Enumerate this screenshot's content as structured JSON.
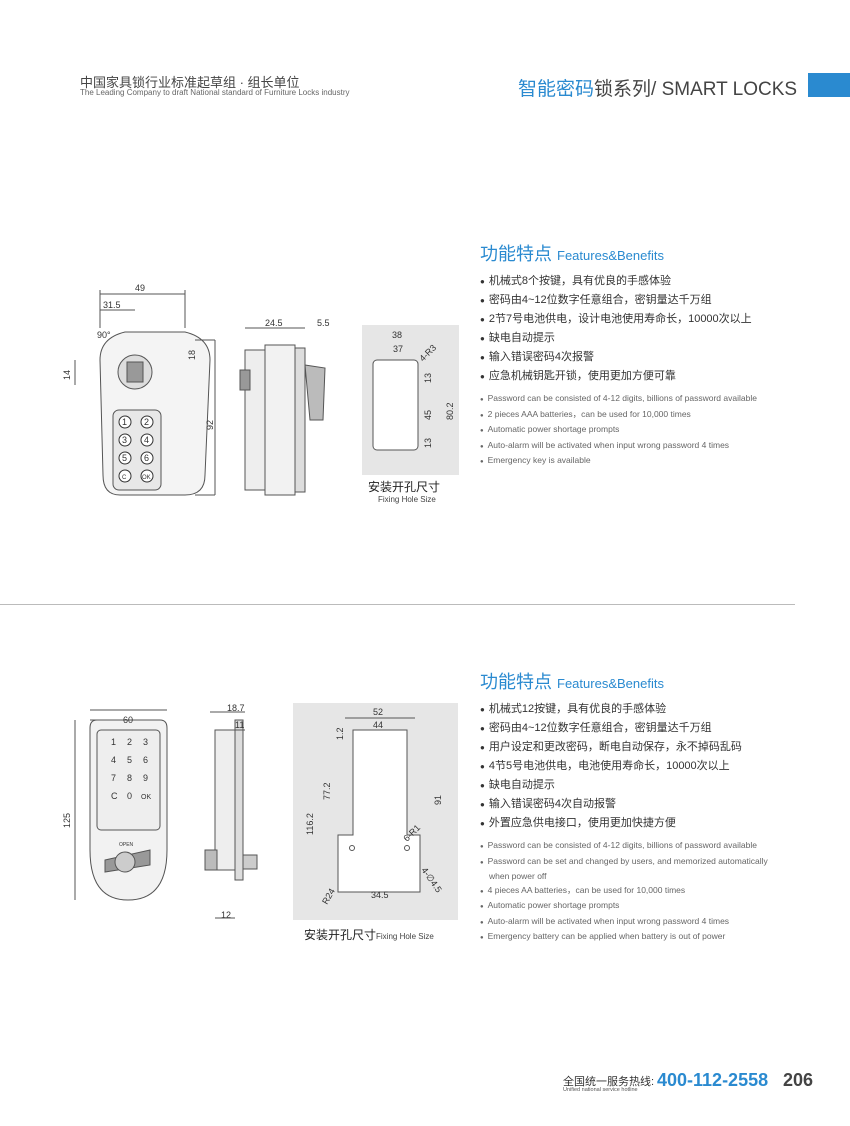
{
  "header": {
    "company_cn": "中国家具锁行业标准起草组 · 组长单位",
    "company_en": "The Leading Company to draft National standard of Furniture Locks industry",
    "title_cn": "智能密码",
    "title_rest": "锁系列/ SMART LOCKS"
  },
  "product1": {
    "dims": {
      "w49": "49",
      "w31": "31.5",
      "ang": "90°",
      "h18": "18",
      "h14": "14",
      "h92": "92",
      "s24": "24.5",
      "s55": "5.5",
      "f38": "38",
      "f37": "37",
      "r3": "4-R3",
      "f13a": "13",
      "f45": "45",
      "f80": "80.2",
      "f13b": "13"
    },
    "keys": [
      "1",
      "2",
      "3",
      "4",
      "5",
      "6",
      "C",
      "OK"
    ],
    "caption_cn": "安装开孔尺寸",
    "caption_en": "Fixing Hole Size",
    "features_title_cn": "功能特点",
    "features_title_en": "Features&Benefits",
    "features_cn": [
      "机械式8个按键，具有优良的手感体验",
      "密码由4~12位数字任意组合，密钥量达千万组",
      "2节7号电池供电，设计电池使用寿命长，10000次以上",
      "缺电自动提示",
      "输入错误密码4次报警",
      "应急机械钥匙开锁，使用更加方便可靠"
    ],
    "features_en": [
      "Password can be consisted of 4-12 digits, billions of password available",
      "2 pieces AAA batteries，can be used for 10,000 times",
      "Automatic power shortage prompts",
      "Auto-alarm will be activated when input wrong password 4 times",
      "Emergency key is available"
    ]
  },
  "product2": {
    "dims": {
      "w60": "60",
      "h125": "125",
      "s187": "18.7",
      "s11": "11",
      "s12": "12",
      "f52": "52",
      "f44": "44",
      "f12": "1.2",
      "f772": "77.2",
      "f1162": "116.2",
      "f91": "91",
      "r1": "6-R1",
      "d45": "4-∅4.5",
      "r24": "R24",
      "f345": "34.5"
    },
    "keys": [
      "1",
      "2",
      "3",
      "4",
      "5",
      "6",
      "7",
      "8",
      "9",
      "C",
      "0",
      "OK"
    ],
    "open_label": "OPEN",
    "caption_cn": "安装开孔尺寸",
    "caption_en": "Fixing Hole Size",
    "features_title_cn": "功能特点",
    "features_title_en": "Features&Benefits",
    "features_cn": [
      "机械式12按键，具有优良的手感体验",
      "密码由4~12位数字任意组合，密钥量达千万组",
      "用户设定和更改密码，断电自动保存，永不掉码乱码",
      "4节5号电池供电，电池使用寿命长，10000次以上",
      "缺电自动提示",
      "输入错误密码4次自动报警",
      "外置应急供电接口，使用更加快捷方便"
    ],
    "features_en": [
      "Password can be consisted of 4-12 digits, billions of password available",
      "Password can be set and changed by users, and memorized automatically when power off",
      "4 pieces AA batteries，can be used for 10,000 times",
      "Automatic power shortage prompts",
      "Auto-alarm will be activated when input wrong password 4 times",
      "Emergency battery can be applied when battery is out of power"
    ]
  },
  "footer": {
    "hotline_cn": "全国统一服务热线:",
    "hotline_en": "Unified national service hotline",
    "phone": "400-112-2558",
    "page": "206"
  },
  "colors": {
    "accent": "#2a8ad0"
  }
}
